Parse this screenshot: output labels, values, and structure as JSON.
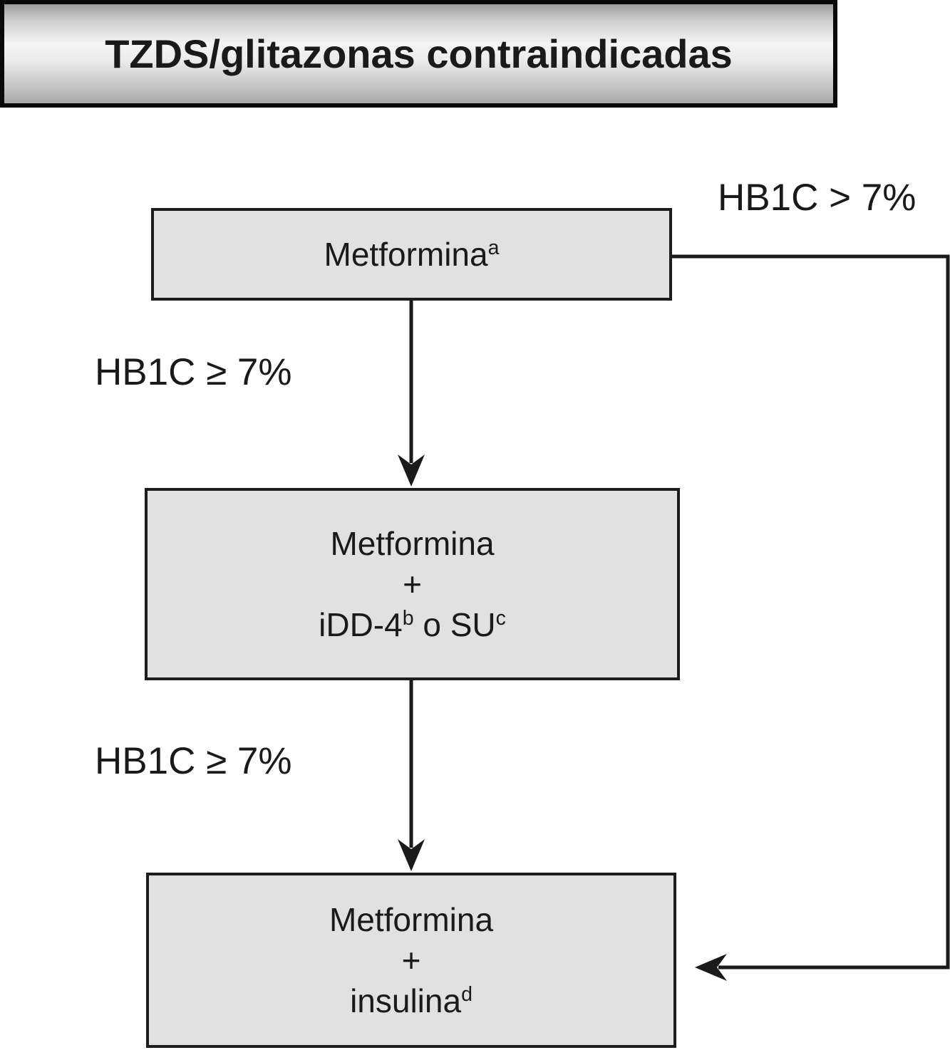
{
  "title": "TZDS/glitazonas contraindicadas",
  "boxes": {
    "box1": {
      "text": "Metformina",
      "sup": "a"
    },
    "box2": {
      "row1": "Metformina",
      "row2": "+",
      "row3_part1": "iDD-4",
      "row3_sup1": "b",
      "row3_part2": " o SU",
      "row3_sup2": "c"
    },
    "box3": {
      "row1": "Metformina",
      "row2": "+",
      "row3_part1": "insulina",
      "row3_sup1": "d"
    }
  },
  "labels": {
    "branch_right": "HB1C > 7%",
    "step1": "HB1C ≥ 7%",
    "step2": "HB1C ≥ 7%"
  },
  "colors": {
    "box_fill": "#e1e1e1",
    "box_border": "#1c1c1c",
    "line": "#1a1a1a",
    "text": "#1a1a1a",
    "banner_border": "#0a0a0a",
    "banner_gradient_top": "#9e9e9e",
    "banner_gradient_mid": "#f4f4f4",
    "banner_gradient_bottom": "#a8a8a8"
  }
}
